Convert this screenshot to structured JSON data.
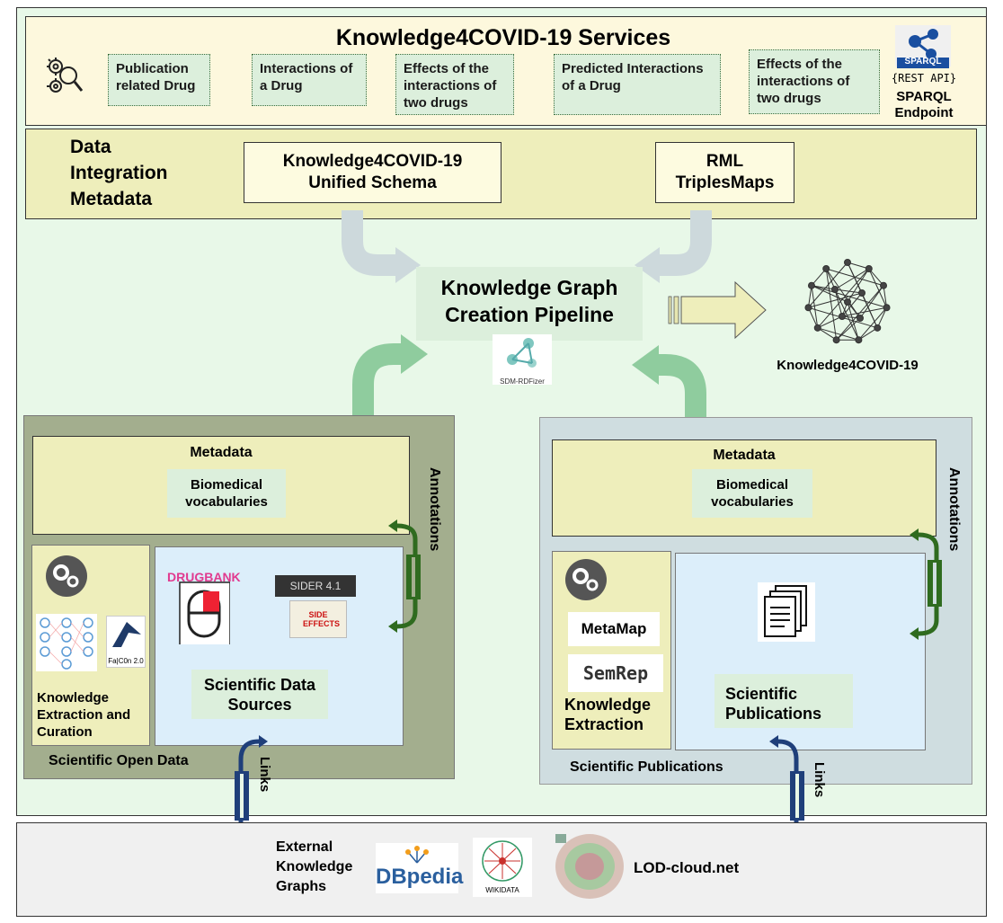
{
  "services": {
    "title": "Knowledge4COVID-19 Services",
    "items": [
      "Publication related Drug",
      "Interactions of a Drug",
      "Effects of the interactions of two drugs",
      "Predicted Interactions of a Drug",
      "Effects of the interactions of two drugs"
    ],
    "sparql": {
      "badge": "SPARQL",
      "api": "{REST API}",
      "label_line1": "SPARQL",
      "label_line2": "Endpoint"
    }
  },
  "integration": {
    "label_line1": "Data",
    "label_line2": "Integration",
    "label_line3": "Metadata",
    "schema_line1": "Knowledge4COVID-19",
    "schema_line2": "Unified Schema",
    "rml_line1": "RML",
    "rml_line2": "TriplesMaps"
  },
  "pipeline": {
    "line1": "Knowledge Graph",
    "line2": "Creation Pipeline",
    "logo": "SDM-RDFizer"
  },
  "kg": {
    "label": "Knowledge4COVID-19"
  },
  "open_data": {
    "metadata": "Metadata",
    "vocab_line1": "Biomedical",
    "vocab_line2": "vocabularies",
    "annotations": "Annotations",
    "drugbank": "DRUGBANK",
    "sider": "SIDER 4.1",
    "side_effects": "SIDE EFFECTS",
    "falcon": "Fa|C0n 2.0",
    "sources_line1": "Scientific Data",
    "sources_line2": "Sources",
    "extraction_line1": "Knowledge",
    "extraction_line2": "Extraction and",
    "extraction_line3": "Curation",
    "title": "Scientific Open Data",
    "links": "Links"
  },
  "publications": {
    "metadata": "Metadata",
    "vocab_line1": "Biomedical",
    "vocab_line2": "vocabularies",
    "annotations": "Annotations",
    "metamap": "MetaMap",
    "semrep": "SemRep",
    "extraction_line1": "Knowledge",
    "extraction_line2": "Extraction",
    "pubs_line1": "Scientific",
    "pubs_line2": "Publications",
    "title": "Scientific Publications",
    "links": "Links"
  },
  "external": {
    "line1": "External",
    "line2": "Knowledge",
    "line3": "Graphs",
    "dbpedia": "DBpedia",
    "wikidata": "WIKIDATA",
    "lod": "LOD-cloud.net"
  }
}
